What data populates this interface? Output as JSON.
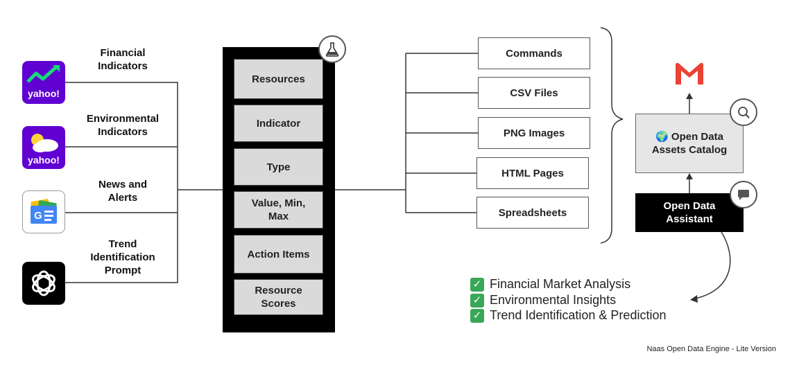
{
  "sources": [
    {
      "label_line1": "Financial",
      "label_line2": "Indicators",
      "icon": "yahoo-finance-icon",
      "icon_text": "yahoo!"
    },
    {
      "label_line1": "Environmental",
      "label_line2": "Indicators",
      "icon": "yahoo-weather-icon",
      "icon_text": "yahoo!"
    },
    {
      "label_line1": "News and",
      "label_line2": "Alerts",
      "icon": "google-news-icon",
      "icon_text": "G"
    },
    {
      "label_line1": "Trend",
      "label_line2": "Identification",
      "label_line3": "Prompt",
      "icon": "openai-icon"
    }
  ],
  "engine_fields": [
    {
      "label": "Resources"
    },
    {
      "label": "Indicator"
    },
    {
      "label": "Type"
    },
    {
      "label_line1": "Value, Min,",
      "label_line2": "Max"
    },
    {
      "label": "Action Items"
    },
    {
      "label_line1": "Resource",
      "label_line2": "Scores"
    }
  ],
  "engine_badge_icon": "flask-icon",
  "outputs": [
    {
      "label": "Commands"
    },
    {
      "label": "CSV Files"
    },
    {
      "label": "PNG Images"
    },
    {
      "label": "HTML Pages"
    },
    {
      "label": "Spreadsheets"
    }
  ],
  "catalog": {
    "line1": "🌍 Open Data",
    "line2": "Assets Catalog",
    "badge_icon": "search-icon"
  },
  "assistant": {
    "line1": "Open Data",
    "line2": "Assistant",
    "badge_icon": "chat-icon"
  },
  "notification_icon": "gmail-icon",
  "outcomes": [
    {
      "text": "Financial Market Analysis"
    },
    {
      "text": "Environmental Insights"
    },
    {
      "text": "Trend Identification & Prediction"
    }
  ],
  "footer": "Naas Open Data Engine - Lite Version",
  "colors": {
    "yahoo_purple": "#6001d2",
    "gmail_red": "#ea4335",
    "check_green": "#3aa757"
  }
}
